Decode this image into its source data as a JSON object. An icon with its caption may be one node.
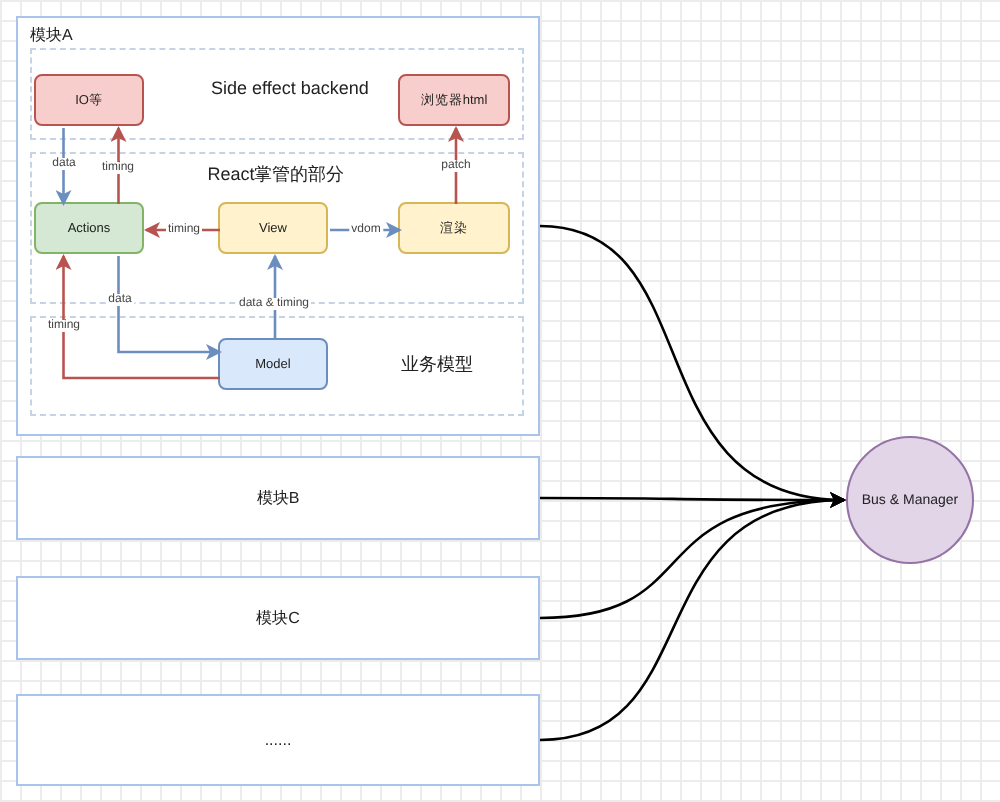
{
  "diagram": {
    "nodes": [
      {
        "text": [
          "模块A"
        ]
      },
      {
        "text": [
          "Side effect backend"
        ],
        "in": 0
      },
      {
        "text": [
          "IO等"
        ],
        "in": 1
      },
      {
        "text": [
          "浏览器html"
        ],
        "in": 1
      },
      {
        "text": [
          "React掌管的部分"
        ],
        "in": 0
      },
      {
        "text": [
          "Actions"
        ],
        "in": 4
      },
      {
        "text": [
          "View"
        ],
        "in": 4
      },
      {
        "text": [
          "渲染"
        ],
        "in": 4
      },
      {
        "text": [
          "业务模型"
        ],
        "in": 0
      },
      {
        "text": [
          "Model"
        ],
        "in": 8
      },
      {
        "text": [
          "模块B"
        ]
      },
      {
        "text": [
          "模块C"
        ]
      },
      {
        "text": [
          "......"
        ]
      },
      {
        "text": [
          "Bus & Manager"
        ]
      }
    ],
    "edges": [
      {
        "from": 2,
        "to": 5,
        "arrow": "to",
        "label": "data",
        "color": "#6c8ebf"
      },
      {
        "from": 5,
        "to": 2,
        "arrow": "to",
        "label": "timing",
        "color": "#b85450"
      },
      {
        "from": 6,
        "to": 5,
        "arrow": "to",
        "label": "timing",
        "color": "#b85450"
      },
      {
        "from": 6,
        "to": 7,
        "arrow": "to",
        "label": "vdom",
        "color": "#6c8ebf"
      },
      {
        "from": 7,
        "to": 3,
        "arrow": "to",
        "label": "patch",
        "color": "#b85450"
      },
      {
        "from": 5,
        "to": 9,
        "arrow": "to",
        "label": "data",
        "color": "#6c8ebf"
      },
      {
        "from": 9,
        "to": 6,
        "arrow": "to",
        "label": "data & timing",
        "color": "#6c8ebf"
      },
      {
        "from": 9,
        "to": 5,
        "arrow": "to",
        "label": "timing",
        "color": "#b85450"
      },
      {
        "from": 0,
        "to": 13,
        "arrow": "to",
        "color": "#000000"
      },
      {
        "from": 10,
        "to": 13,
        "arrow": "to",
        "color": "#000000"
      },
      {
        "from": 11,
        "to": 13,
        "arrow": "to",
        "color": "#000000"
      },
      {
        "from": 12,
        "to": 13,
        "arrow": "to",
        "color": "#000000"
      }
    ]
  }
}
